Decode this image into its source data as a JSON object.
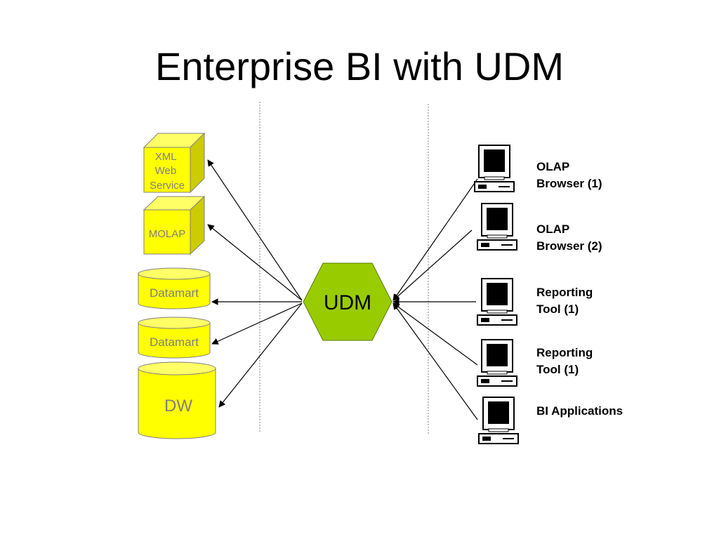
{
  "slide": {
    "title": "Enterprise BI with UDM"
  },
  "sources": {
    "xml_web_service": "XML\nWeb\nService",
    "molap": "MOLAP",
    "datamart_1": "Datamart",
    "datamart_2": "Datamart",
    "dw": "DW"
  },
  "hub": {
    "label": "UDM"
  },
  "clients": [
    {
      "label": "OLAP\nBrowser (1)"
    },
    {
      "label": "OLAP\nBrowser (2)"
    },
    {
      "label": "Reporting\nTool (1)"
    },
    {
      "label": "Reporting\nTool (1)"
    },
    {
      "label": "BI Applications"
    }
  ],
  "colors": {
    "source_fill": "#ffff00",
    "source_text": "#7f7f7f",
    "hub_fill": "#99cc00",
    "line": "#000000",
    "divider": "#808080"
  }
}
